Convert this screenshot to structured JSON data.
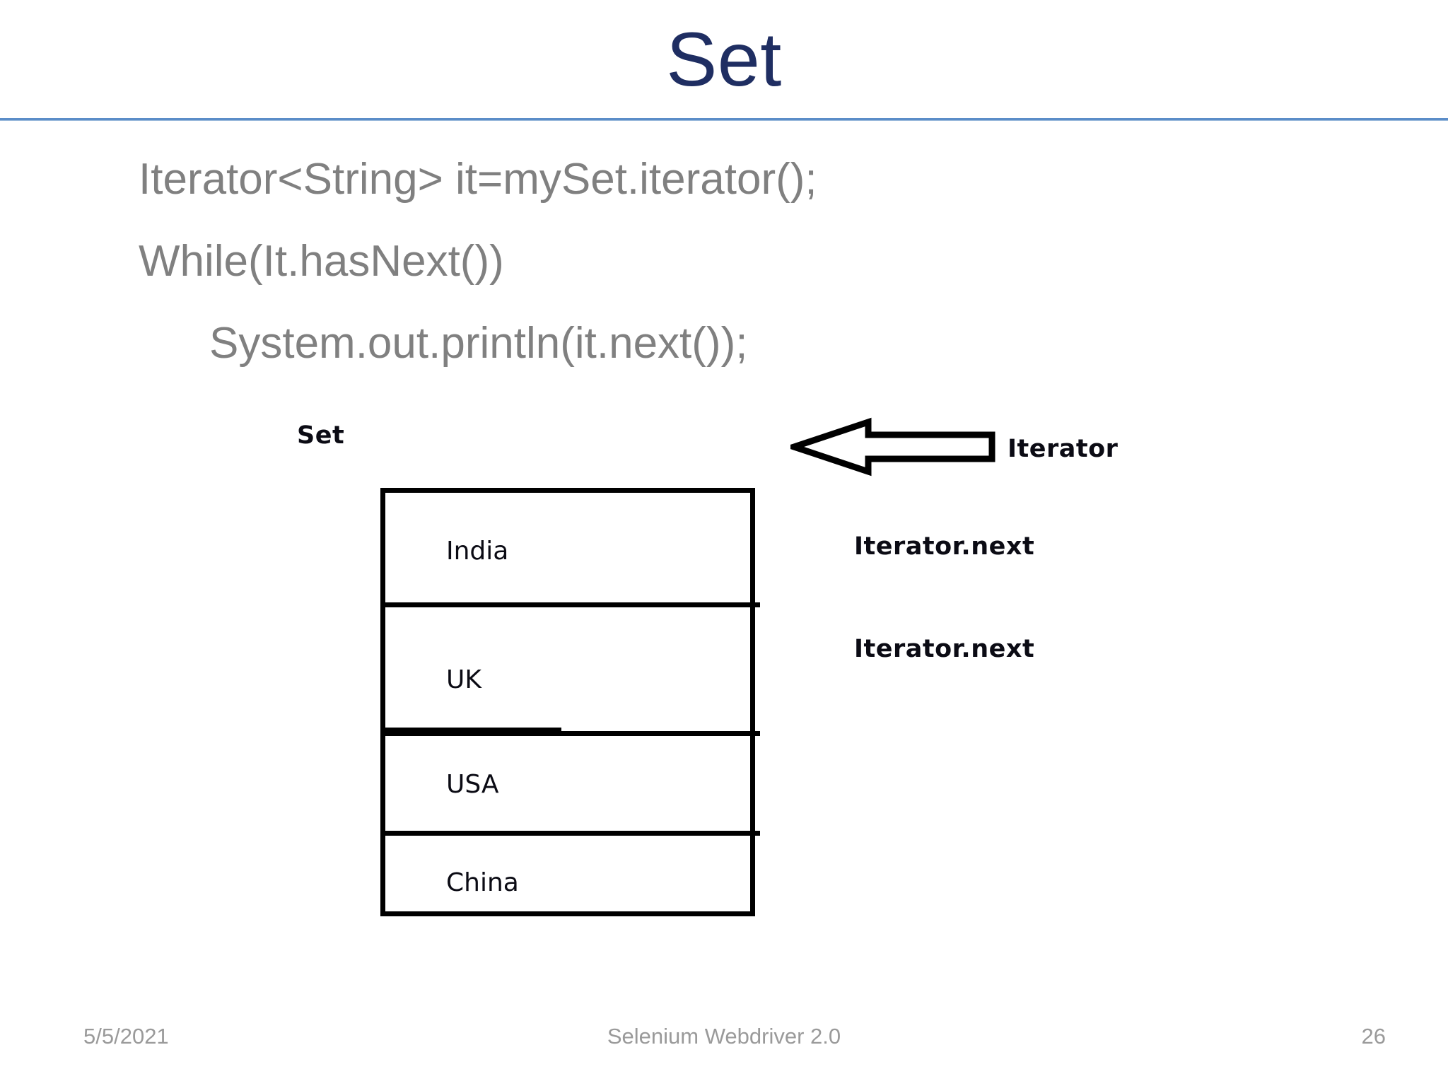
{
  "slide": {
    "title": "Set",
    "background": "#FFFFFF",
    "title_color": "#1F2E62",
    "rule_color": "#5B8DC8",
    "body_color": "#808080",
    "ink_color": "#0B0B14"
  },
  "code": {
    "line1": "Iterator<String> it=mySet.iterator();",
    "line2": "While(It.hasNext())",
    "line3": "System.out.println(it.next());"
  },
  "diagram": {
    "set_label": "Set",
    "iterator_label": "Iterator",
    "iterator_next_1": "Iterator.next",
    "iterator_next_2": "Iterator.next",
    "arrow_direction": "left",
    "items": [
      {
        "value": "India"
      },
      {
        "value": "UK"
      },
      {
        "value": "USA"
      },
      {
        "value": "China"
      }
    ]
  },
  "footer": {
    "date": "5/5/2021",
    "center": "Selenium Webdriver 2.0",
    "page": "26"
  }
}
